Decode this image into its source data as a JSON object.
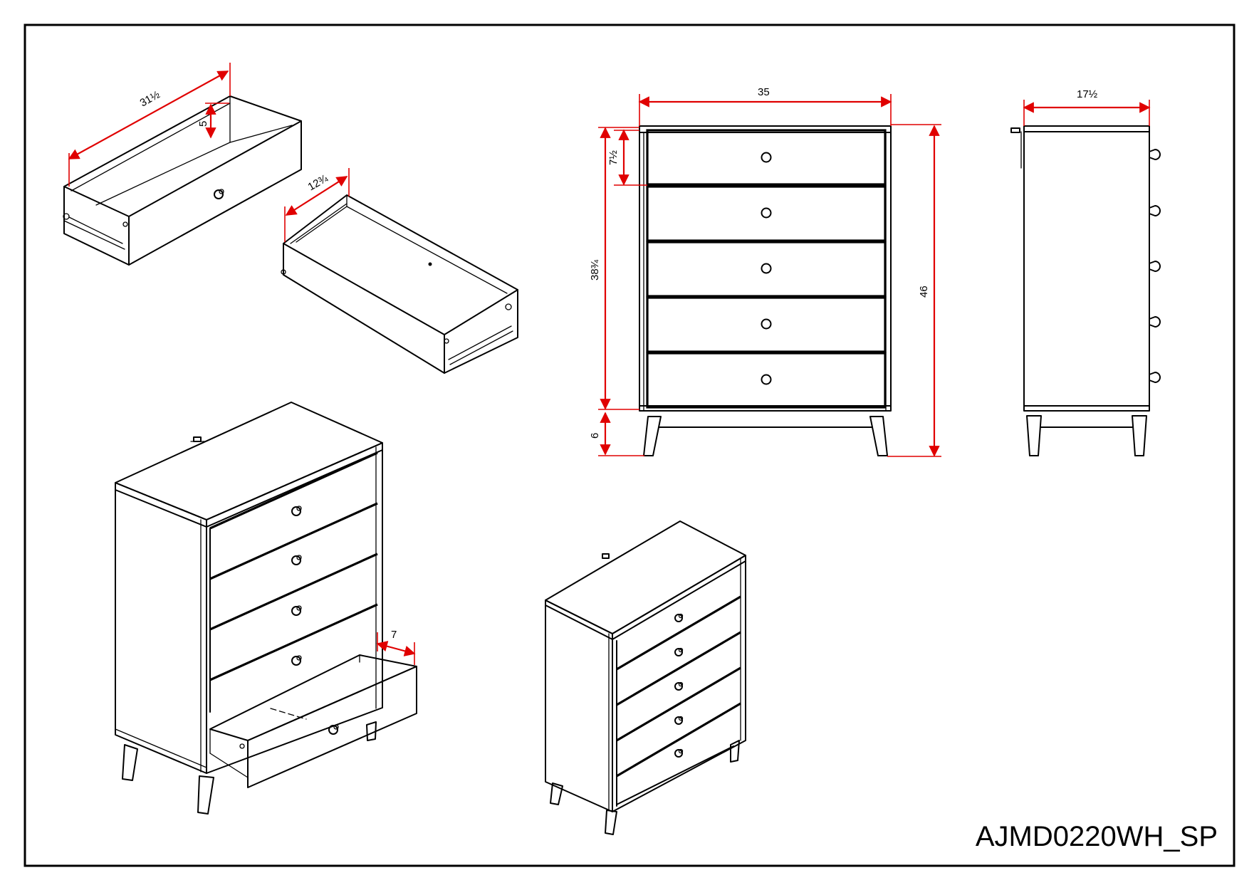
{
  "drawing_code": "AJMD0220WH_SP",
  "dimensions": {
    "drawer_long_length": "31½",
    "drawer_depth": "5",
    "drawer_width": "12¾",
    "overall_width": "35",
    "drawer_front_height": "7½",
    "body_height": "38¾",
    "leg_height": "6",
    "overall_height": "46",
    "overall_depth": "17½",
    "drawer_extension": "7"
  }
}
